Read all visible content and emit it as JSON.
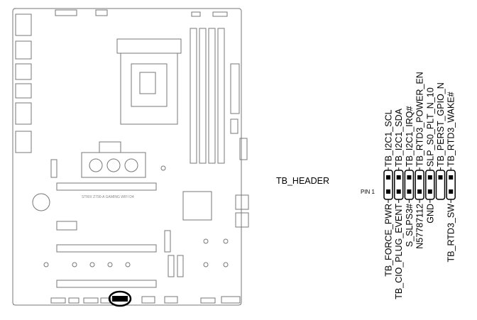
{
  "board": {
    "silkscreen": "STRIX Z790-A GAMING WIFI D4"
  },
  "header": {
    "title": "TB_HEADER",
    "pin1_label": "PIN 1",
    "top_pins": [
      "TB_I2C1_SCL",
      "TB_I2C1_SDA",
      "TB_I2C1_IRQ#",
      "TB_RTD3_POWER_EN",
      "SLP_S0_PLT_N_10",
      "TB_PERST_GPIO_N",
      "TB_RTD3_WAKE#"
    ],
    "bottom_pins": [
      "TB_FORCE_PWR",
      "TB_CIO_PLUG_EVENT",
      "S_SLPS3#",
      "N57787112",
      "GND",
      "",
      "TB_RTD3_SW"
    ]
  }
}
